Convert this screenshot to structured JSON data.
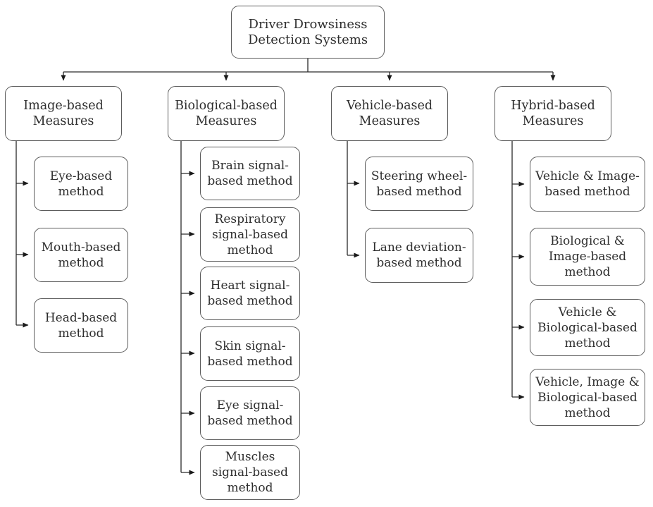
{
  "colors": {
    "box_border": "#5c5c5c",
    "box_fill": "#ffffff",
    "text": "#2e2e2e",
    "line": "#222222",
    "background": "#ffffff"
  },
  "tree": {
    "root": {
      "label": "Driver Drowsiness\nDetection Systems"
    },
    "branches": [
      {
        "label": "Image-based\nMeasures",
        "children": [
          "Eye-based\nmethod",
          "Mouth-based\nmethod",
          "Head-based\nmethod"
        ]
      },
      {
        "label": "Biological-based\nMeasures",
        "children": [
          "Brain signal-\nbased method",
          "Respiratory\nsignal-based\nmethod",
          "Heart signal-\nbased method",
          "Skin signal-\nbased method",
          "Eye signal-\nbased method",
          "Muscles\nsignal-based\nmethod"
        ]
      },
      {
        "label": "Vehicle-based\nMeasures",
        "children": [
          "Steering wheel-\nbased method",
          "Lane deviation-\nbased method"
        ]
      },
      {
        "label": "Hybrid-based\nMeasures",
        "children": [
          "Vehicle & Image-\nbased method",
          "Biological &\nImage-based\nmethod",
          "Vehicle &\nBiological-based\nmethod",
          "Vehicle, Image &\nBiological-based\nmethod"
        ]
      }
    ]
  }
}
